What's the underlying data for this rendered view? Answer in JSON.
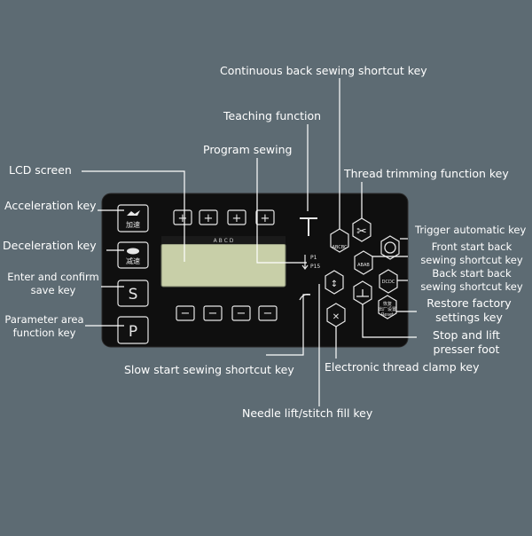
{
  "labels": {
    "continuous_back_sewing": "Continuous back sewing shortcut key",
    "teaching_function": "Teaching function",
    "program_sewing": "Program sewing",
    "thread_trimming": "Thread trimming function key",
    "lcd_screen": "LCD screen",
    "acceleration_key": "Acceleration key",
    "deceleration_key": "Deceleration key",
    "enter_confirm": "Enter and confirm save key",
    "parameter_area": "Parameter area function key",
    "trigger_automatic": "Trigger automatic key",
    "front_start_back_sewing": "Front start back sewing shortcut key",
    "back_start_back_sewing": "Back start back sewing shortcut key",
    "restore_factory": "Restore factory settings key",
    "stop_lift_presser": "Stop and lift presser foot",
    "slow_start": "Slow start sewing shortcut key",
    "electronic_thread_clamp": "Electronic thread clamp key",
    "needle_lift": "Needle lift/stitch fill key"
  },
  "panel": {
    "accel_key_text": "加速",
    "decel_key_text": "减速",
    "s_key": "S",
    "p_key": "P",
    "plus_glyph": "+",
    "minus_glyph": "−",
    "lcd_header": "A  B  C  D",
    "prog_p1": "P1",
    "prog_p15": "P15",
    "restore_text_1": "恢复",
    "restore_text_2": "出厂设置",
    "reset_text": "Reset",
    "abcbc_text": "ABCBC",
    "abab_text": "ABAB",
    "dcdc_text": "DCDC"
  },
  "colors": {
    "background": "#5d6b73",
    "panel": "#0f0f0f",
    "lcd": "#c8cfa8",
    "line": "#ffffff"
  }
}
